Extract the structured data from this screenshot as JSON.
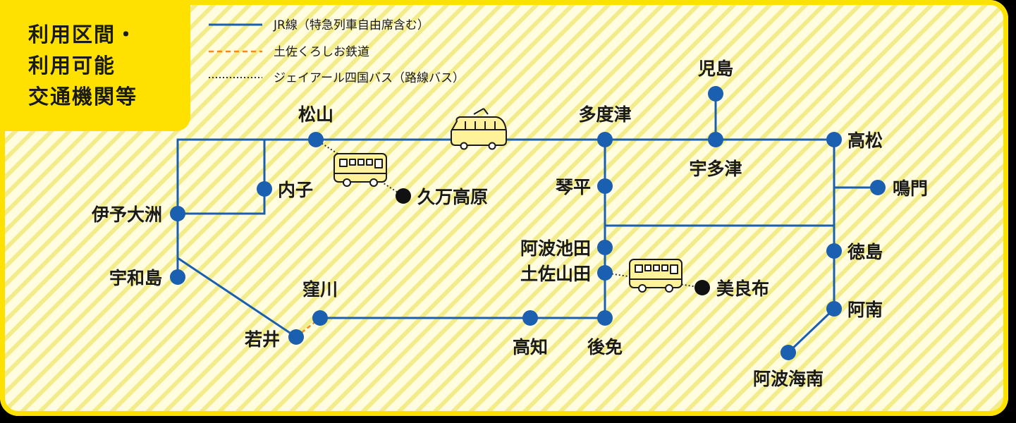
{
  "title_lines": [
    "利用区間・",
    "利用可能",
    "交通機関等"
  ],
  "legend": [
    {
      "label": "JR線（特急列車自由席含む）",
      "style": "solid",
      "color": "#1a5fb0"
    },
    {
      "label": "土佐くろしお鉄道",
      "style": "dashed",
      "color": "#f08a1c"
    },
    {
      "label": "ジェイアール四国バス（路線バス）",
      "style": "dotted",
      "color": "#333333"
    }
  ],
  "stations": {
    "matsuyama": "松山",
    "uchiko": "内子",
    "iyo_ozu": "伊予大洲",
    "uwajima": "宇和島",
    "kubokawa": "窪川",
    "wakai": "若井",
    "kochi": "高知",
    "gomen": "後免",
    "kuma_kogen": "久万高原",
    "tadotsu": "多度津",
    "kotohira": "琴平",
    "awa_ikeda": "阿波池田",
    "tosa_yamada": "土佐山田",
    "birafu": "美良布",
    "kojima": "児島",
    "utazu": "宇多津",
    "takamatsu": "高松",
    "naruto": "鳴門",
    "tokushima": "徳島",
    "anan": "阿南",
    "awa_kainan": "阿波海南"
  },
  "colors": {
    "background": "#fffce0",
    "stripe": "#f3ec8a",
    "border": "#ffe100",
    "jr_line": "#1a5fb0",
    "tosa_kuroshio": "#f08a1c",
    "bus_route": "#333333",
    "vehicle_fill": "#fff29a",
    "terminal_dot": "#111111"
  },
  "icons": [
    "train-icon",
    "bus-icon-matsuyama",
    "bus-icon-tosayamada"
  ]
}
